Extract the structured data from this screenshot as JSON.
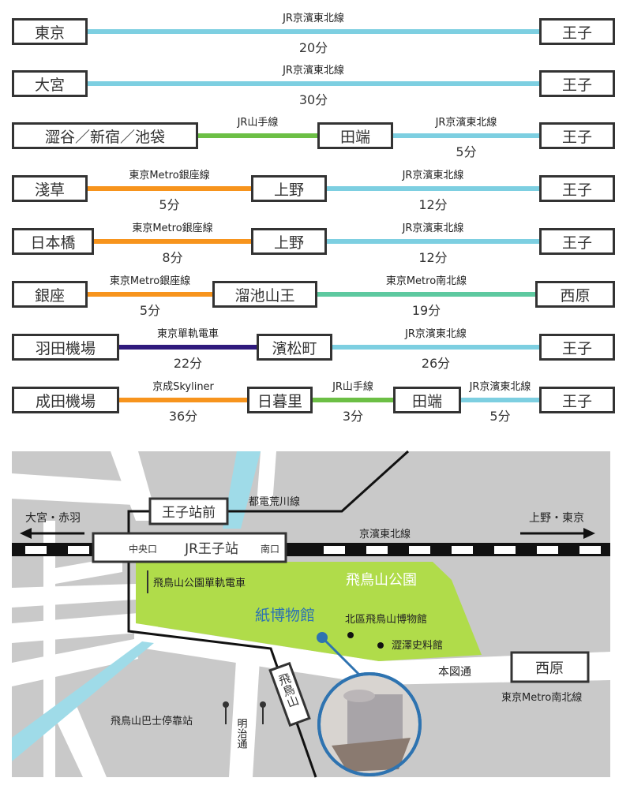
{
  "colors": {
    "keihin_tohoku": "#7dcfe1",
    "yamanote": "#6cbf45",
    "ginza": "#f7941d",
    "namboku": "#5ec9a0",
    "monorail": "#2f1a7d",
    "skyliner": "#f7941d",
    "park": "#b0dc4a",
    "river": "#9fdbe8",
    "map_bg": "#c9c9c9",
    "museum_blue": "#2e73b0"
  },
  "routes": [
    {
      "stations": [
        "東京",
        "王子"
      ],
      "segments": [
        {
          "line": "JR京濱東北線",
          "time": "20分",
          "color": "keihin_tohoku"
        }
      ]
    },
    {
      "stations": [
        "大宮",
        "王子"
      ],
      "segments": [
        {
          "line": "JR京濱東北線",
          "time": "30分",
          "color": "keihin_tohoku"
        }
      ]
    },
    {
      "stations": [
        "澀谷／新宿／池袋",
        "田端",
        "王子"
      ],
      "segments": [
        {
          "line": "JR山手線",
          "time": "",
          "color": "yamanote"
        },
        {
          "line": "JR京濱東北線",
          "time": "5分",
          "color": "keihin_tohoku"
        }
      ]
    },
    {
      "stations": [
        "淺草",
        "上野",
        "王子"
      ],
      "segments": [
        {
          "line": "東京Metro銀座線",
          "time": "5分",
          "color": "ginza"
        },
        {
          "line": "JR京濱東北線",
          "time": "12分",
          "color": "keihin_tohoku"
        }
      ]
    },
    {
      "stations": [
        "日本橋",
        "上野",
        "王子"
      ],
      "segments": [
        {
          "line": "東京Metro銀座線",
          "time": "8分",
          "color": "ginza"
        },
        {
          "line": "JR京濱東北線",
          "time": "12分",
          "color": "keihin_tohoku"
        }
      ]
    },
    {
      "stations": [
        "銀座",
        "溜池山王",
        "西原"
      ],
      "segments": [
        {
          "line": "東京Metro銀座線",
          "time": "5分",
          "color": "ginza"
        },
        {
          "line": "東京Metro南北線",
          "time": "19分",
          "color": "namboku"
        }
      ]
    },
    {
      "stations": [
        "羽田機場",
        "濱松町",
        "王子"
      ],
      "segments": [
        {
          "line": "東京單軌電車",
          "time": "22分",
          "color": "monorail"
        },
        {
          "line": "JR京濱東北線",
          "time": "26分",
          "color": "keihin_tohoku"
        }
      ]
    },
    {
      "stations": [
        "成田機場",
        "日暮里",
        "田端",
        "王子"
      ],
      "segments": [
        {
          "line": "京成Skyliner",
          "time": "36分",
          "color": "skyliner"
        },
        {
          "line": "JR山手線",
          "time": "3分",
          "color": "yamanote"
        },
        {
          "line": "JR京濱東北線",
          "time": "5分",
          "color": "keihin_tohoku"
        }
      ]
    }
  ],
  "map": {
    "oji_ekimae": "王子站前",
    "toden": "都電荒川線",
    "jr_oji": "JR王子站",
    "central_exit": "中央口",
    "south_exit": "南口",
    "to_omiya": "大宮・赤羽",
    "to_ueno": "上野・東京",
    "keihin": "京濱東北線",
    "monorail": "飛鳥山公園單軌電車",
    "park": "飛鳥山公園",
    "museum": "紙博物館",
    "kita_museum": "北區飛鳥山博物館",
    "shibusawa": "澀澤史料館",
    "hongo_dori": "本図通",
    "nishigahara": "西原",
    "namboku": "東京Metro南北線",
    "bus_stop": "飛鳥山巴士停靠站",
    "meiji_dori": "明治通",
    "asukayama": "飛鳥山"
  }
}
